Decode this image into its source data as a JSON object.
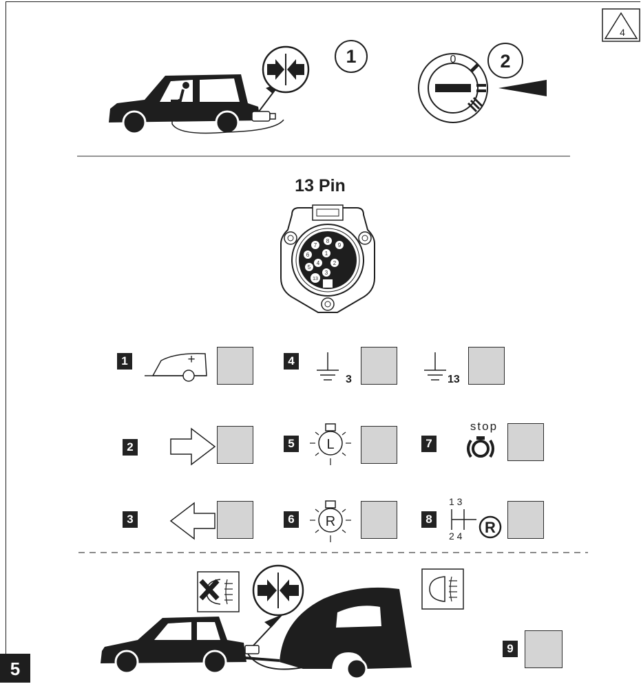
{
  "page": {
    "number": "5",
    "corner_badge": "4"
  },
  "steps": {
    "step1": "1",
    "step2": "2",
    "ignition_off": "0"
  },
  "connector": {
    "title": "13 Pin",
    "pins": [
      "1",
      "2",
      "3",
      "4",
      "5",
      "6",
      "7",
      "8",
      "9",
      "13"
    ]
  },
  "checks": [
    {
      "number": "1",
      "icon": "trailer-plus-icon"
    },
    {
      "number": "4",
      "icon": "ground-icon",
      "sub": "3"
    },
    {
      "number": "",
      "icon": "ground-icon",
      "sub": "13"
    },
    {
      "number": "2",
      "icon": "arrow-right-icon"
    },
    {
      "number": "5",
      "icon": "lamp-icon",
      "letter": "L"
    },
    {
      "number": "7",
      "icon": "stop-brake-icon",
      "caption": "stop"
    },
    {
      "number": "3",
      "icon": "arrow-left-icon"
    },
    {
      "number": "6",
      "icon": "lamp-icon",
      "letter": "R"
    },
    {
      "number": "8",
      "icon": "reverse-gear-icon",
      "gear_top": "1 3",
      "gear_bottom": "2 4",
      "letter": "R"
    },
    {
      "number": "9",
      "icon": "fog-light-icon"
    }
  ],
  "colors": {
    "ink": "#1e1e1e",
    "cell_fill": "#d4d4d4"
  }
}
